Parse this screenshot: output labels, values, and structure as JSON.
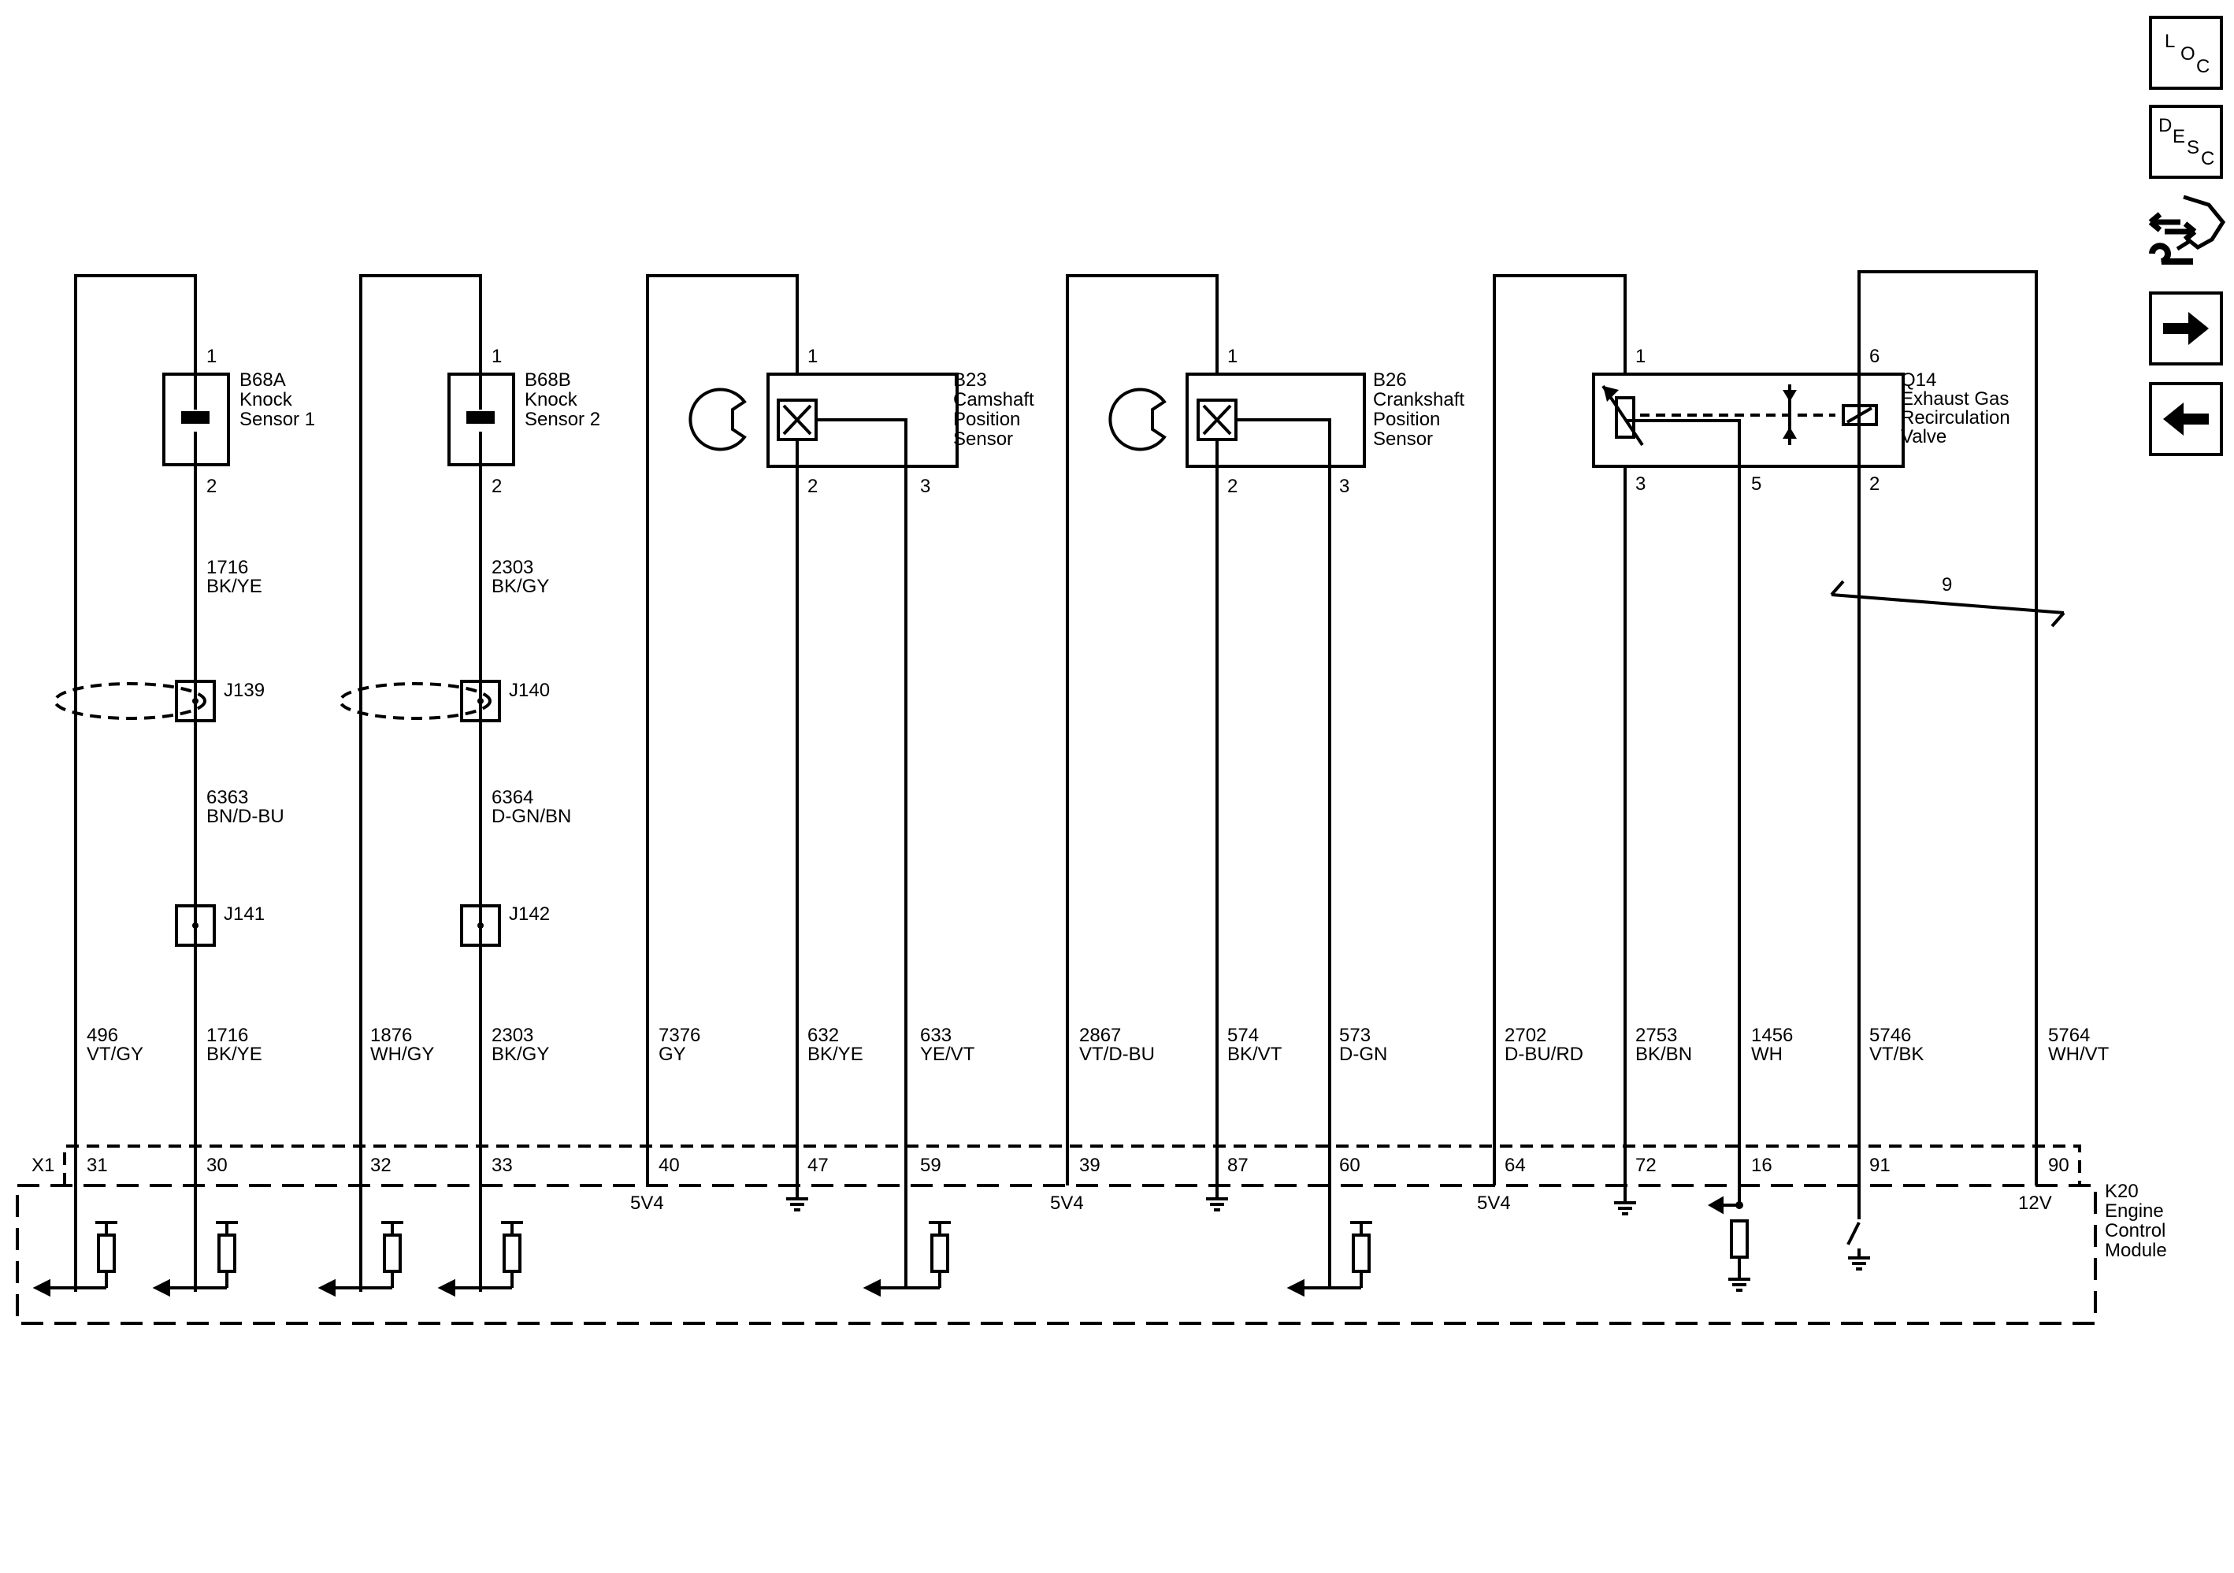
{
  "nav": {
    "loc": {
      "l1": "L",
      "l2": "O",
      "l3": "C"
    },
    "desc": {
      "l1": "D",
      "l2": "E",
      "l3": "S",
      "l4": "C"
    }
  },
  "components": {
    "b68a": {
      "ref": "B68A",
      "name1": "Knock",
      "name2": "Sensor 1",
      "pin_top": "1",
      "pin_bottom": "2"
    },
    "b68b": {
      "ref": "B68B",
      "name1": "Knock",
      "name2": "Sensor 2",
      "pin_top": "1",
      "pin_bottom": "2"
    },
    "b23": {
      "ref": "B23",
      "name1": "Camshaft",
      "name2": "Position",
      "name3": "Sensor",
      "pin1": "1",
      "pin2": "2",
      "pin3": "3"
    },
    "b26": {
      "ref": "B26",
      "name1": "Crankshaft",
      "name2": "Position",
      "name3": "Sensor",
      "pin1": "1",
      "pin2": "2",
      "pin3": "3"
    },
    "q14": {
      "ref": "Q14",
      "name1": "Exhaust Gas",
      "name2": "Recirculation",
      "name3": "Valve",
      "pin1": "1",
      "pin6": "6",
      "pin3": "3",
      "pin5": "5",
      "pin2": "2"
    },
    "k20": {
      "ref": "K20",
      "name1": "Engine",
      "name2": "Control",
      "name3": "Module"
    }
  },
  "splices": {
    "j139": "J139",
    "j140": "J140",
    "j141": "J141",
    "j142": "J142"
  },
  "upper_wires": [
    {
      "id": "w1716u",
      "circuit": "1716",
      "color": "BK/YE"
    },
    {
      "id": "w2303u",
      "circuit": "2303",
      "color": "BK/GY"
    },
    {
      "id": "w6363",
      "circuit": "6363",
      "color": "BN/D-BU"
    },
    {
      "id": "w6364",
      "circuit": "6364",
      "color": "D-GN/BN"
    }
  ],
  "wires": [
    {
      "circuit": "496",
      "color": "VT/GY",
      "pin": "31"
    },
    {
      "circuit": "1716",
      "color": "BK/YE",
      "pin": "30"
    },
    {
      "circuit": "1876",
      "color": "WH/GY",
      "pin": "32"
    },
    {
      "circuit": "2303",
      "color": "BK/GY",
      "pin": "33"
    },
    {
      "circuit": "7376",
      "color": "GY",
      "pin": "40"
    },
    {
      "circuit": "632",
      "color": "BK/YE",
      "pin": "47"
    },
    {
      "circuit": "633",
      "color": "YE/VT",
      "pin": "59"
    },
    {
      "circuit": "2867",
      "color": "VT/D-BU",
      "pin": "39"
    },
    {
      "circuit": "574",
      "color": "BK/VT",
      "pin": "87"
    },
    {
      "circuit": "573",
      "color": "D-GN",
      "pin": "60"
    },
    {
      "circuit": "2702",
      "color": "D-BU/RD",
      "pin": "64"
    },
    {
      "circuit": "2753",
      "color": "BK/BN",
      "pin": "72"
    },
    {
      "circuit": "1456",
      "color": "WH",
      "pin": "16"
    },
    {
      "circuit": "5746",
      "color": "VT/BK",
      "pin": "91"
    },
    {
      "circuit": "5764",
      "color": "WH/VT",
      "pin": "90"
    }
  ],
  "connector": "X1",
  "ref_labels": {
    "v5_1": "5V4",
    "v5_2": "5V4",
    "v5_3": "5V4",
    "v12": "12V"
  },
  "bundle_label": "9"
}
